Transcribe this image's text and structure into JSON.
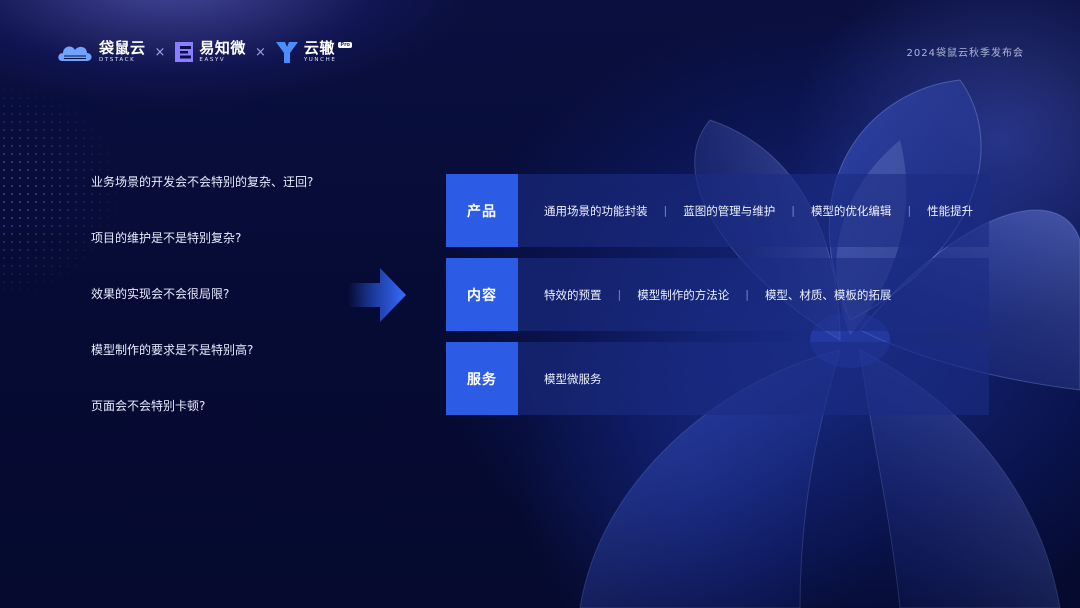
{
  "logos": [
    {
      "name": "袋鼠云",
      "sub": "DTSTACK"
    },
    {
      "name": "易知微",
      "sub": "EASYV"
    },
    {
      "name": "云辙",
      "sub": "YUNCHE",
      "badge": "Pro"
    }
  ],
  "logo_separator": "×",
  "event_title": "2024袋鼠云秋季发布会",
  "questions": [
    "业务场景的开发会不会特别的复杂、迂回?",
    "项目的维护是不是特别复杂?",
    "效果的实现会不会很局限?",
    "模型制作的要求是不是特别高?",
    "页面会不会特别卡顿?"
  ],
  "item_separator": "|",
  "rows": [
    {
      "label": "产品",
      "items": [
        "通用场景的功能封装",
        "蓝图的管理与维护",
        "模型的优化编辑",
        "性能提升"
      ]
    },
    {
      "label": "内容",
      "items": [
        "特效的预置",
        "模型制作的方法论",
        "模型、材质、模板的拓展"
      ]
    },
    {
      "label": "服务",
      "items": [
        "模型微服务"
      ]
    }
  ],
  "colors": {
    "background": "#060b33",
    "accent": "#2c5be6",
    "panel": "#1c2c82"
  }
}
